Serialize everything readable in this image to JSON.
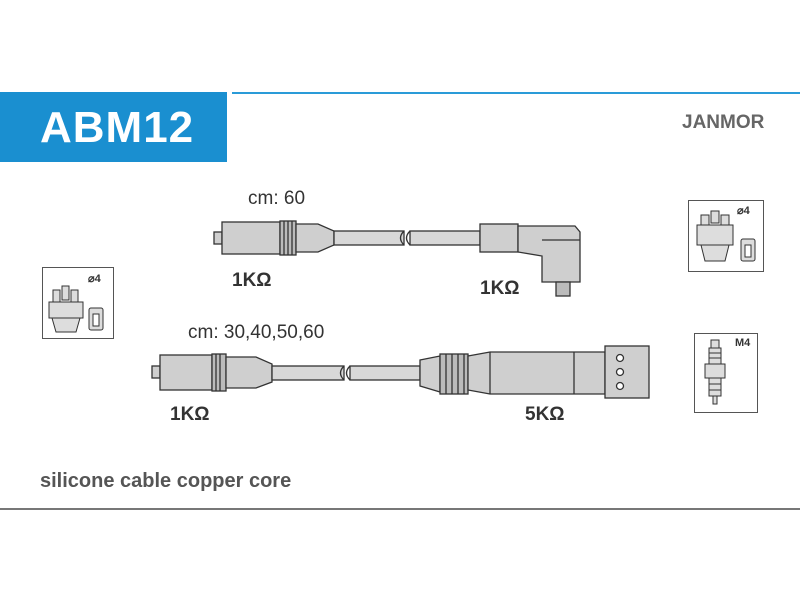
{
  "header": {
    "code": "ABM12",
    "brand": "JANMOR"
  },
  "cables": [
    {
      "length_label": "cm: 60",
      "left_resistance": "1KΩ",
      "right_resistance": "1KΩ"
    },
    {
      "length_label": "cm: 30,40,50,60",
      "left_resistance": "1KΩ",
      "right_resistance": "5KΩ"
    }
  ],
  "icons": {
    "distributor_right": {
      "label": "⌀4"
    },
    "distributor_left": {
      "label": "⌀4"
    },
    "spark_plug": {
      "label": "M4"
    }
  },
  "footer": {
    "description": "silicone cable copper core"
  },
  "colors": {
    "accent": "#1a8fd0",
    "line": "#2a9bd8"
  }
}
